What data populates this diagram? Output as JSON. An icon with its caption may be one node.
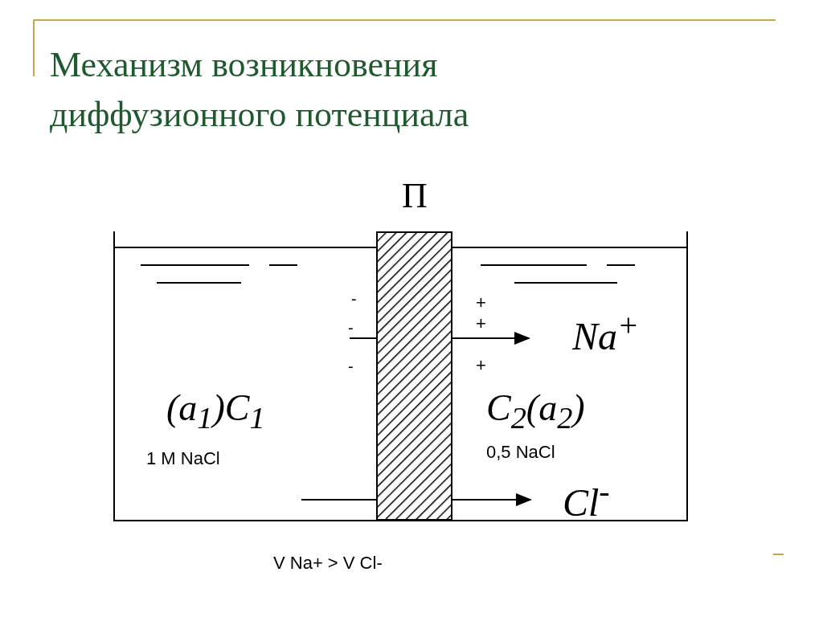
{
  "diagram": {
    "title": "Механизм возникновения диффузионного потенциала",
    "nodes": [
      {
        "text": [],
        "shape": "box",
        "beside": [
          "П"
        ]
      }
    ],
    "labels": [
      "-",
      "+",
      "-",
      "+",
      "Na$^{+}$",
      "-",
      "+",
      "(a$_{1}$)C$_{1}$",
      "C$_{2}$(a$_{2}$)",
      "1 M NaCl",
      "0,5 NaCl",
      "Cl$^{-}$",
      "V Na+ > V Cl-"
    ]
  }
}
